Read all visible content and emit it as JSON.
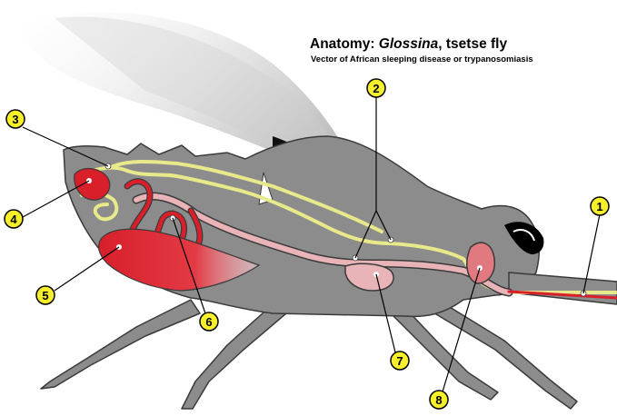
{
  "title": {
    "prefix": "Anatomy: ",
    "genus": "Glossina",
    "suffix": ", tsetse fly"
  },
  "subtitle": "Vector of African sleeping disease or trypanosomiasis",
  "callouts": [
    {
      "number": "1"
    },
    {
      "number": "2"
    },
    {
      "number": "3"
    },
    {
      "number": "4"
    },
    {
      "number": "5"
    },
    {
      "number": "6"
    },
    {
      "number": "7"
    },
    {
      "number": "8"
    }
  ],
  "colors": {
    "body": "#8c8c8c",
    "body_outline": "#3a3a3a",
    "nerve": "#e7e98a",
    "gut_red": "#d81f2a",
    "gut_pink": "#e8b4b8",
    "callout_fill": "#f6ef2a",
    "eye": "#000000"
  },
  "icons": [
    "fly-anatomy-diagram",
    "wing-blur",
    "compound-eye"
  ]
}
